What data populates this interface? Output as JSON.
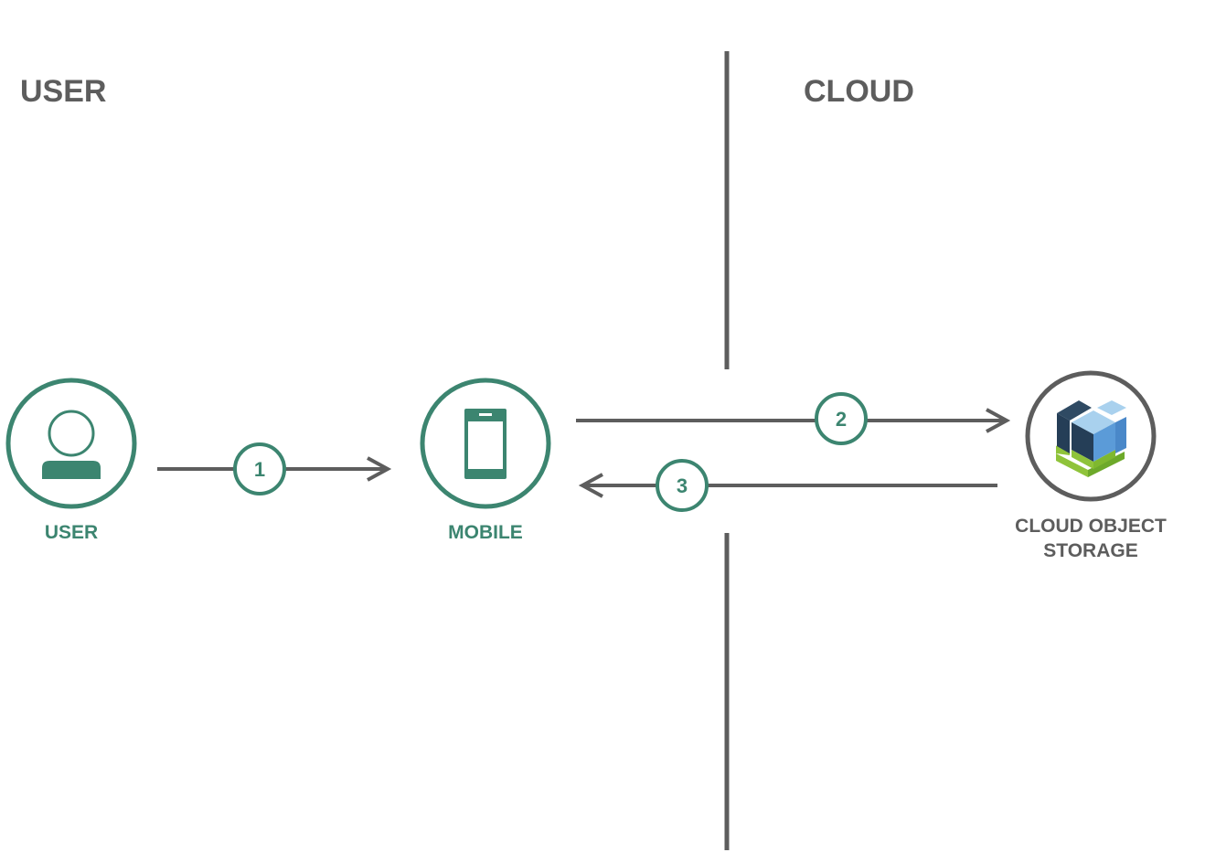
{
  "sections": {
    "left": "USER",
    "right": "CLOUD"
  },
  "nodes": {
    "user": {
      "label": "USER",
      "icon": "person-icon"
    },
    "mobile": {
      "label": "MOBILE",
      "icon": "mobile-phone-icon"
    },
    "storage": {
      "label_line1": "CLOUD OBJECT",
      "label_line2": "STORAGE",
      "icon": "cloud-object-storage-icon"
    }
  },
  "steps": {
    "step1": "1",
    "step2": "2",
    "step3": "3"
  },
  "colors": {
    "green": "#3c8570",
    "gray": "#5d5d5d",
    "storage_navy": "#253e57",
    "storage_blue": "#5b9bd8",
    "storage_lightblue": "#a9d1ee",
    "storage_lime": "#8fc33a"
  }
}
